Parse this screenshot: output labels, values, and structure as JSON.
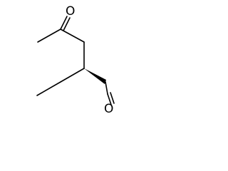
{
  "molecule": {
    "atoms": {
      "ketone_oxygen": "O",
      "aldehyde_oxygen": "O"
    },
    "stereo_bond_type": "wedge"
  },
  "colors": {
    "background": "#ffffff",
    "bond": "#000000",
    "label": "#000000"
  }
}
